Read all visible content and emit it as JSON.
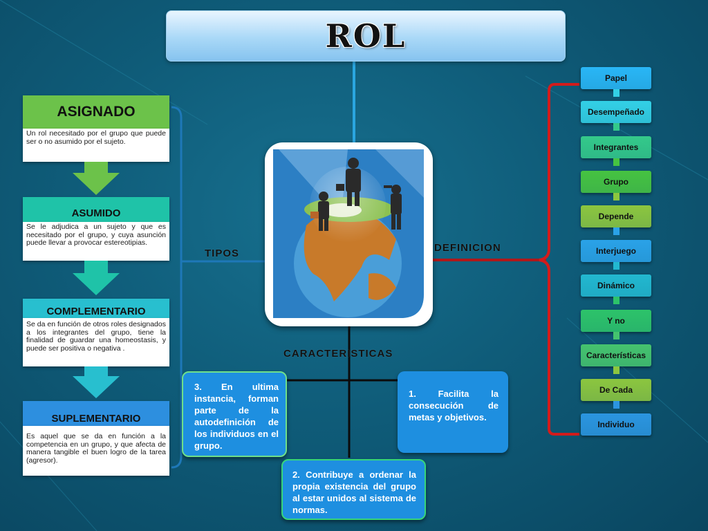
{
  "title": "ROL",
  "labels": {
    "tipos": "TIPOS",
    "definicion": "DEFINICION",
    "caracteristicas": "CARACTERISTICAS"
  },
  "types": [
    {
      "name": "ASIGNADO",
      "description": "Un rol necesitado por el grupo que puede ser o no asumido por el sujeto."
    },
    {
      "name": "ASUMIDO",
      "description": "Se le adjudica a un sujeto y que es necesitado por el grupo, y cuya asunción puede llevar a provocar estereotipias."
    },
    {
      "name": "COMPLEMENTARIO",
      "description": "Se da en función de otros roles designados a los integrantes del grupo, tiene la finalidad de guardar una homeostasis, y puede ser positiva o negativa ."
    },
    {
      "name": "SUPLEMENTARIO",
      "description": "Es aquel que se da en función a la competencia en un grupo, y que afecta de manera tangible el buen logro de la tarea (agresor)."
    }
  ],
  "definition": [
    "Papel",
    "Desempeñado",
    "Integrantes",
    "Grupo",
    "Depende",
    "Interjuego",
    "Dinámico",
    "Y no",
    "Características",
    "De Cada",
    "Individuo"
  ],
  "characteristics": {
    "item1": "1. Facilita la consecución de metas y objetivos.",
    "item2": "2. Contribuye a ordenar la propia existencia del grupo al estar unidos al sistema de normas.",
    "item3": "3. En ultima instancia, forman parte de la autodefinición de los individuos en el grupo."
  },
  "colors": {
    "asignado": "#6cc24a",
    "asumido": "#1fc3a8",
    "complementario": "#28bfcf",
    "suplementario": "#2d8fdf",
    "bracket": "#d31b1b"
  },
  "icons": {
    "center_image": "people-on-globe"
  }
}
